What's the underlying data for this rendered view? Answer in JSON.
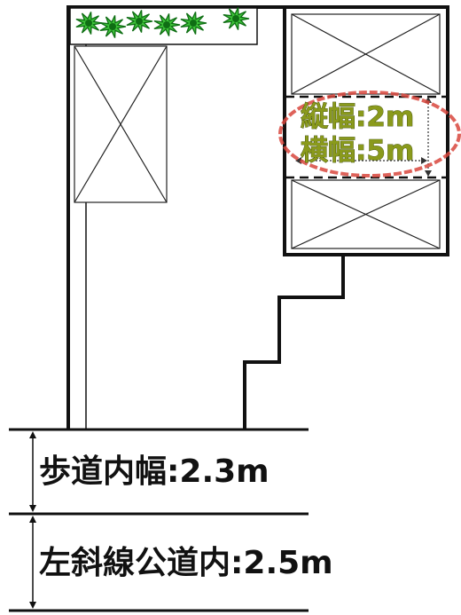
{
  "labels": {
    "sidewalk": "歩道内幅:2.3m",
    "road": "左斜線公道内:2.5m",
    "sign_height": "縦幅:2m",
    "sign_width": "横幅:5m"
  },
  "colors": {
    "outline": "#111111",
    "highlight_ellipse": "#d8473d",
    "dimension_text": "#8a9a1c",
    "shrub_dark": "#0f6e14",
    "shrub_light": "#3fc43a"
  },
  "icons": [
    "shrub-icon"
  ]
}
